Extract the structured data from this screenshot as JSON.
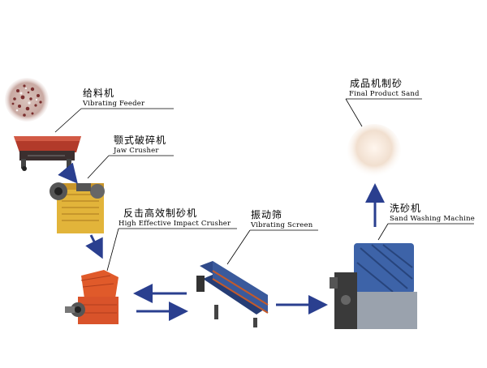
{
  "stages": {
    "feeder": {
      "zh": "给料机",
      "en": "Vibrating Feeder"
    },
    "jaw": {
      "zh": "颚式破碎机",
      "en": "Jaw  Crusher"
    },
    "impact": {
      "zh": "反击高效制砂机",
      "en": "High Effective Impact Crusher"
    },
    "screen": {
      "zh": "振动筛",
      "en": "Vibrating Screen"
    },
    "washer": {
      "zh": "洗砂机",
      "en": "Sand Washing Machine"
    },
    "product": {
      "zh": "成品机制砂",
      "en": "Final Product Sand"
    }
  },
  "colors": {
    "arrow": "#2a3f8f",
    "feeder_body": "#b23a2a",
    "jaw_body": "#e2b43a",
    "impact_body": "#e05a2a",
    "screen_body": "#2f4a8a",
    "washer_body": "#3d63a8",
    "sand": "#ead8c6"
  }
}
